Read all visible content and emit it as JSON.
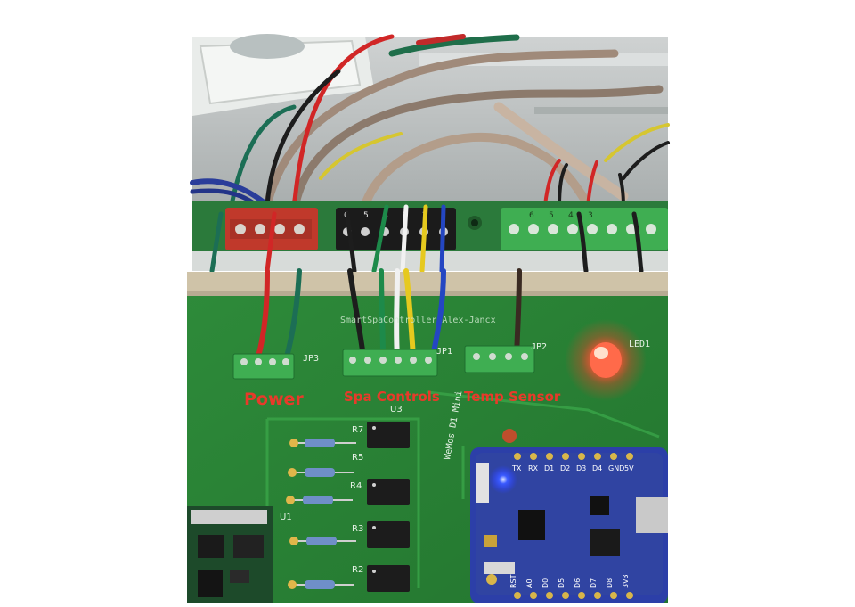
{
  "labels": {
    "power": "Power",
    "spa_controls": "Spa Controls",
    "temp_sensor": "Temp Sensor"
  },
  "silkscreen": {
    "credit": "SmartSpaController Alex-Jancx",
    "jp3": "JP3",
    "jp1": "JP1",
    "jp2": "JP2",
    "led": "LED1",
    "u1": "U1",
    "u3": "U3",
    "wemos": "WeMos D1 Mini",
    "r7": "R7",
    "r5": "R5",
    "r4": "R4",
    "r3": "R3",
    "r2": "R2",
    "header_top": [
      "TX",
      "RX",
      "D1",
      "D2",
      "D3",
      "D4",
      "GND",
      "5V"
    ],
    "header_bottom": [
      "RST",
      "A0",
      "D0",
      "D5",
      "D6",
      "D7",
      "D8",
      "3V3"
    ]
  },
  "terminal_numbers_left": [
    "6",
    "5",
    "4",
    "3",
    "2",
    "1"
  ],
  "terminal_numbers_right": [
    "6",
    "5",
    "4",
    "3"
  ],
  "colors": {
    "pcb_green": "#2f8f3a",
    "label_red": "#e83a2a",
    "terminal_green": "#3fae52",
    "wemos_blue": "#2c3fa8",
    "led_red": "#ff3a2a"
  }
}
